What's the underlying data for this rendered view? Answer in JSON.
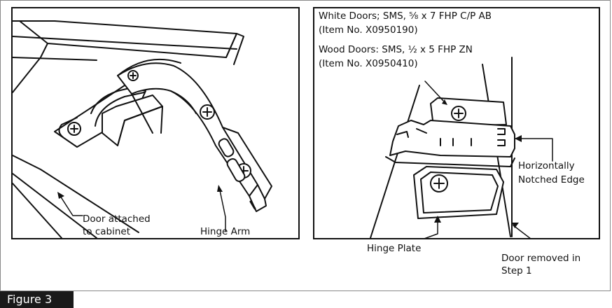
{
  "figure": {
    "label": "Figure 3"
  },
  "left_panel": {
    "callouts": {
      "door_line1": "Door attached",
      "door_line2": "to cabinet",
      "hinge_arm": "Hinge Arm"
    }
  },
  "right_panel": {
    "notes": {
      "white_line1": "White Doors; SMS, ⅝ x 7 FHP C/P AB",
      "white_line2": "(Item No. X0950190)",
      "wood_line1": "Wood Doors: SMS, ½ x 5 FHP ZN",
      "wood_line2": "(Item No. X0950410)"
    },
    "callouts": {
      "edge_line1": "Horizontally",
      "edge_line2": "Notched Edge",
      "hinge_plate": "Hinge Plate",
      "door_removed_line1": "Door removed in",
      "door_removed_line2": "Step 1"
    }
  }
}
